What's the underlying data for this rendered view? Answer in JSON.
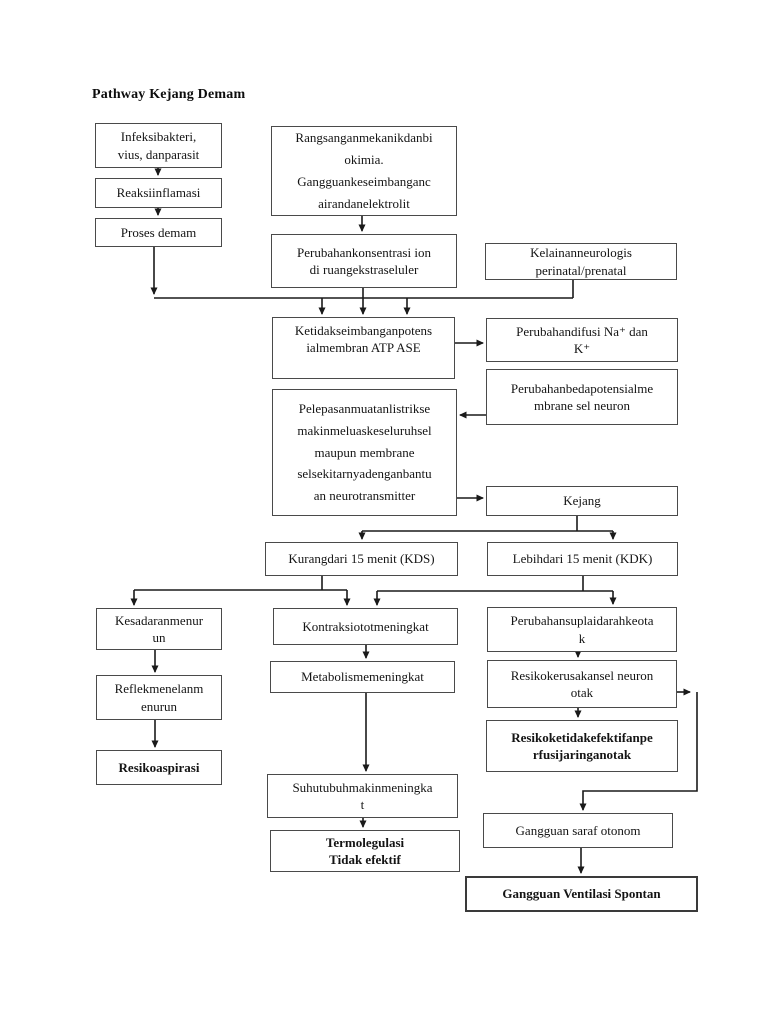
{
  "title": "Pathway Kejang Demam",
  "nodes": {
    "infeksi": "Infeksibakteri,\nvius, danparasit",
    "reaksi": "Reaksiinflamasi",
    "proses": "Proses demam",
    "rangsangan": "Rangsanganmekanikdanbi\nokimia.\nGangguankeseimbanganc\nairandanelektrolit",
    "konsentrasi": "Perubahankonsentrasi ion\ndi ruangekstraseluler",
    "kelainan": "Kelainanneurologis\nperinatal/prenatal",
    "ketidakseimbangan": "Ketidakseimbanganpotens\nialmembran ATP ASE",
    "difusi": "Perubahandifusi Na⁺ dan\nK⁺",
    "bedapotensial": "Perubahanbedapotensialme\nmbrane  sel neuron",
    "pelepasan": "Pelepasanmuatanlistrikse\nmakinmeluaskeseluruhsel\nmaupun membrane\nselsekitarnyadenganbantu\nan neurotransmitter",
    "kejang": "Kejang",
    "kds": "Kurangdari 15 menit (KDS)",
    "kdk": "Lebihdari 15 menit (KDK)",
    "kesadaran": "Kesadaranmenur\nun",
    "kontraksi": "Kontraksiototmeningkat",
    "suplai": "Perubahansuplaidarahkeota\nk",
    "reflek": "Reflekmenelanm\nenurun",
    "metabolisme": "Metabolismemeningkat",
    "kerusakan": "Resikokerusakansel neuron\notak",
    "aspirasi": "Resikoaspirasi",
    "ketidakefektifan": "Resikoketidakefektifanpe\nrfusijaringanotak",
    "suhu": "Suhutubuhmakinmeningka\nt",
    "termolegulasi": "Termolegulasi\nTidak efektif",
    "otonom": "Gangguan saraf otonom",
    "ventilasi": "Gangguan Ventilasi Spontan"
  },
  "diagram": {
    "type": "flowchart",
    "line_color": "#1a1a1a",
    "box_border_color": "#4a4a4a",
    "background": "#ffffff",
    "bold_outcome_nodes": [
      "aspirasi",
      "termolegulasi",
      "ketidakefektifan",
      "ventilasi"
    ],
    "edges": [
      [
        "infeksi",
        "reaksi"
      ],
      [
        "reaksi",
        "proses"
      ],
      [
        "proses",
        "ketidakseimbangan"
      ],
      [
        "rangsangan",
        "konsentrasi"
      ],
      [
        "konsentrasi",
        "ketidakseimbangan"
      ],
      [
        "kelainan",
        "ketidakseimbangan"
      ],
      [
        "ketidakseimbangan",
        "difusi"
      ],
      [
        "bedapotensial",
        "pelepasan"
      ],
      [
        "pelepasan",
        "kejang"
      ],
      [
        "kejang",
        "kds"
      ],
      [
        "kejang",
        "kdk"
      ],
      [
        "kds",
        "kesadaran"
      ],
      [
        "kds",
        "kontraksi"
      ],
      [
        "kdk",
        "kontraksi"
      ],
      [
        "kdk",
        "suplai"
      ],
      [
        "kesadaran",
        "reflek"
      ],
      [
        "reflek",
        "aspirasi"
      ],
      [
        "kontraksi",
        "metabolisme"
      ],
      [
        "metabolisme",
        "suhu"
      ],
      [
        "suhu",
        "termolegulasi"
      ],
      [
        "suplai",
        "kerusakan"
      ],
      [
        "kerusakan",
        "ketidakefektifan"
      ],
      [
        "kerusakan",
        "otonom"
      ],
      [
        "otonom",
        "ventilasi"
      ]
    ]
  }
}
